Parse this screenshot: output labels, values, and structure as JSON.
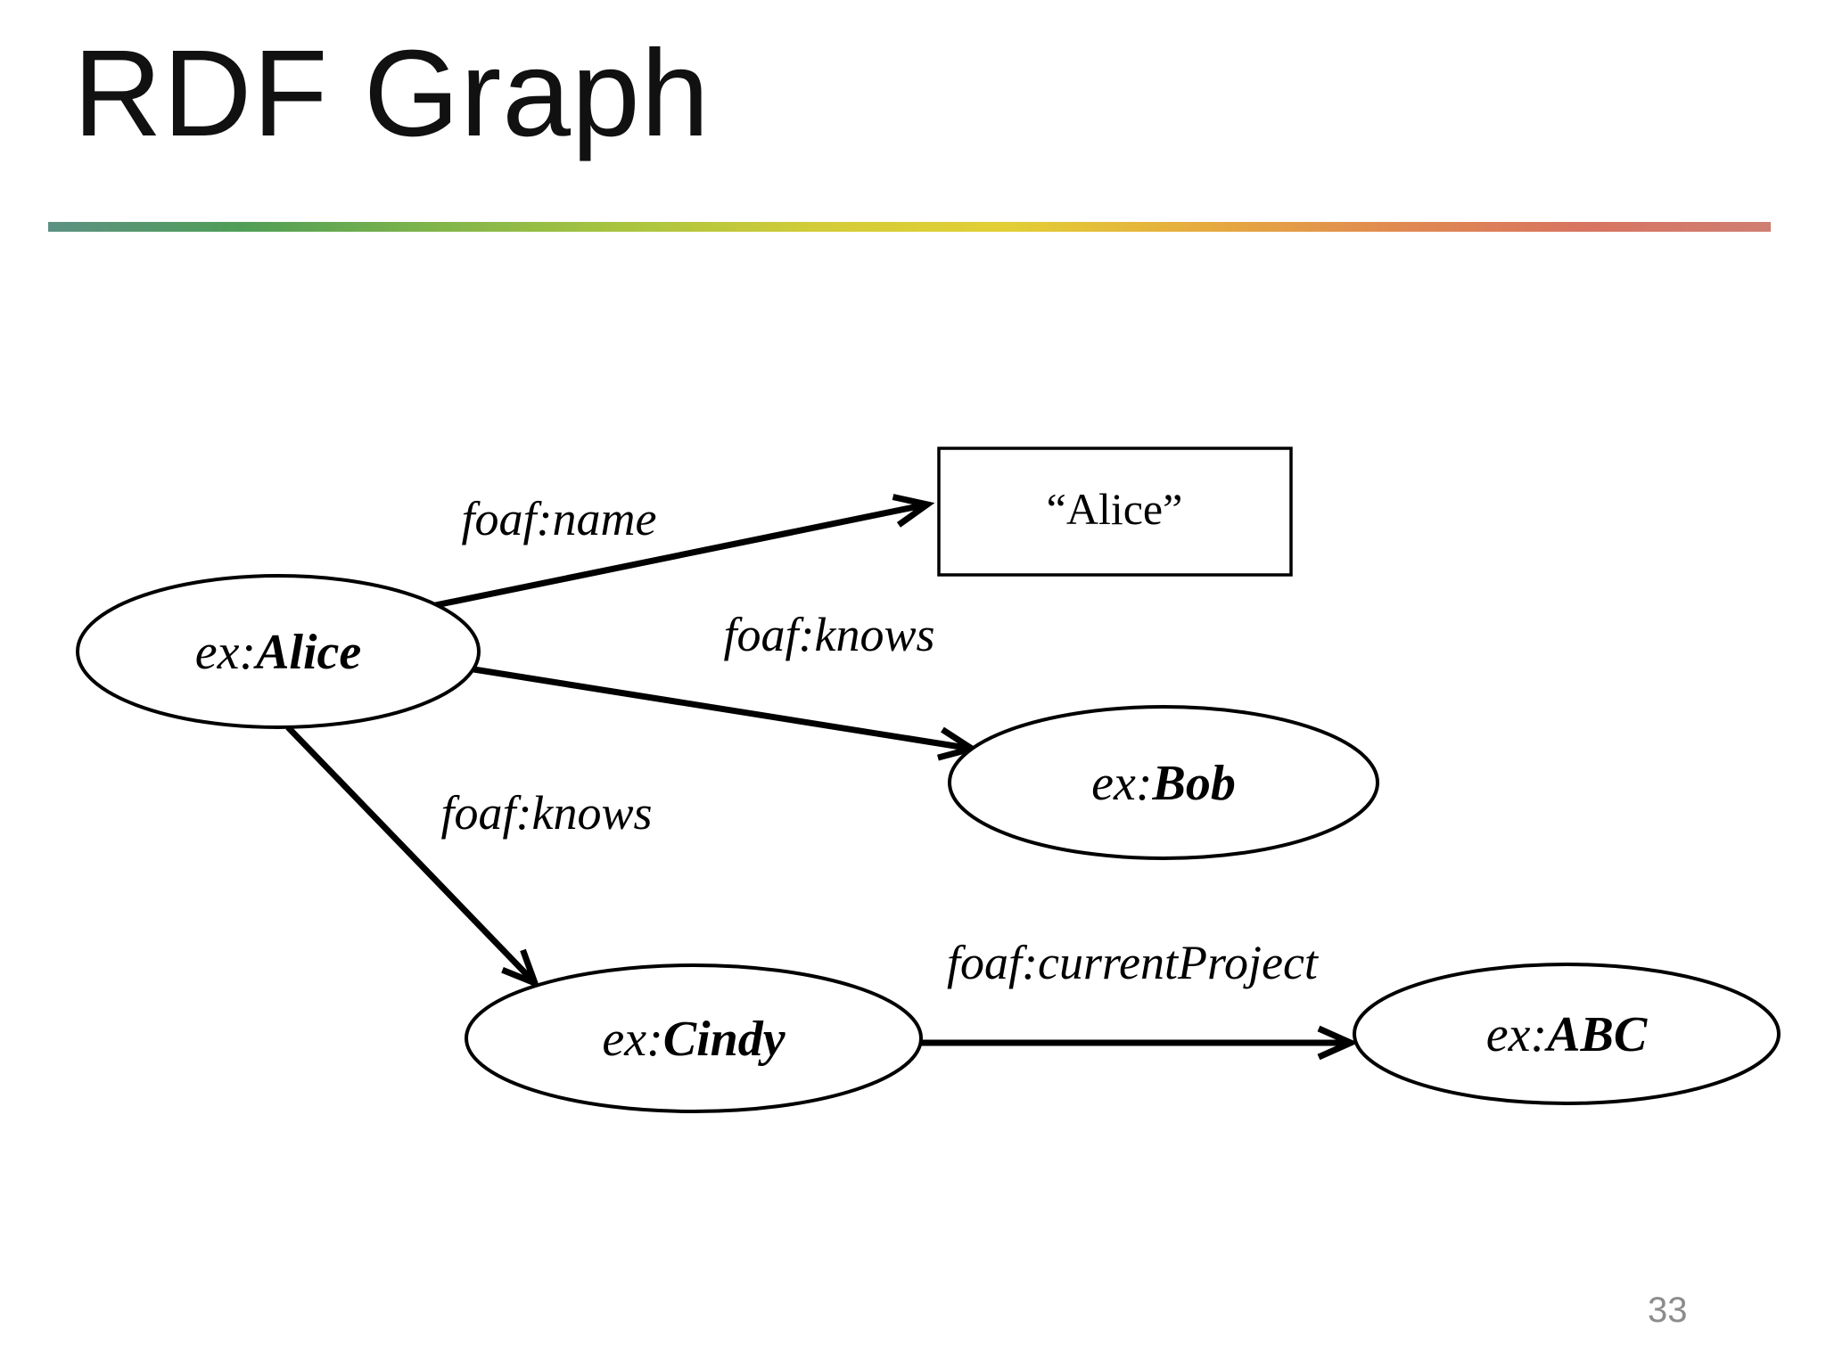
{
  "slide": {
    "title": "RDF Graph",
    "page_number": "33"
  },
  "divider_colors": [
    "#5d9184",
    "#4f9e57",
    "#7fb44b",
    "#a9c43f",
    "#d2cc38",
    "#e2cf35",
    "#e6ac3e",
    "#e18b50",
    "#d87460",
    "#cf7e72"
  ],
  "graph": {
    "nodes": {
      "alice": {
        "prefix": "ex:",
        "name": "Alice"
      },
      "bob": {
        "prefix": "ex:",
        "name": "Bob"
      },
      "cindy": {
        "prefix": "ex:",
        "name": "Cindy"
      },
      "abc": {
        "prefix": "ex:",
        "name": "ABC"
      },
      "alice_literal": {
        "label": "“Alice”"
      }
    },
    "edges": {
      "name": {
        "label": "foaf:name"
      },
      "knows_bob": {
        "label": "foaf:knows"
      },
      "knows_cindy": {
        "label": "foaf:knows"
      },
      "current_project": {
        "label": "foaf:currentProject"
      }
    }
  }
}
